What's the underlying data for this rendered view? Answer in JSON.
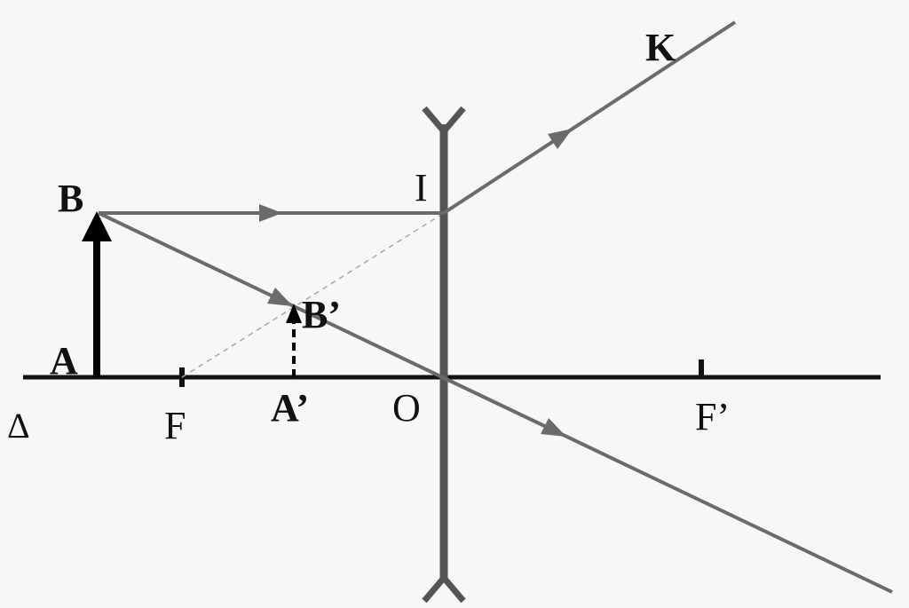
{
  "diagram": {
    "labels": {
      "B": "B",
      "A": "A",
      "delta": "Δ",
      "F": "F",
      "A_prime": "A’",
      "B_prime": "B’",
      "O": "O",
      "I": "I",
      "K": "K",
      "F_prime": "F’"
    }
  },
  "colors": {
    "axis": "#111111",
    "lens": "#555555",
    "ray": "#6b6b6b",
    "construction_line": "#a8a8a8",
    "object": "#000000",
    "background": "#f7f7f7"
  }
}
